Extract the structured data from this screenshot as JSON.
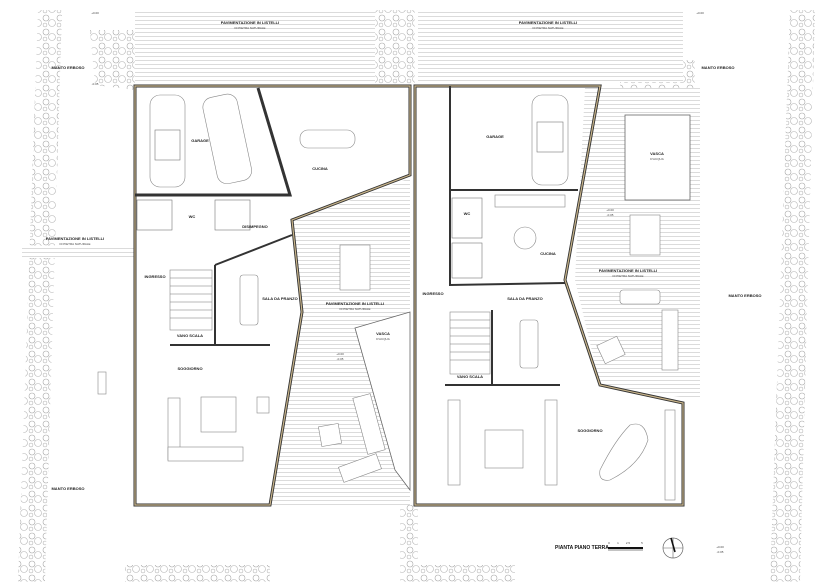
{
  "drawing": {
    "title": "PIANTA PIANO TERRA",
    "scale_ticks": [
      "0",
      "1",
      "2.5",
      "5"
    ],
    "colors": {
      "wall": "#333333",
      "wall_fill": "#c8b48a",
      "vegetation": "#9a9a9a",
      "paving": "#cfcfcf"
    }
  },
  "site": {
    "paving": "PAVIMENTAZIONE IN LISTELLI",
    "paving_sub": "DI PIETRA NATURALE",
    "lawn": "MANTO ERBOSO",
    "pool": "VASCA",
    "pool_sub": "D'ACQUA",
    "level_plus": "+0.00",
    "level_minus": "-0.05"
  },
  "left_unit": {
    "garage": "GARAGE",
    "kitchen": "CUCINA",
    "entrance": "INGRESSO",
    "dining": "SALA DA PRANZO",
    "stairs": "VANO SCALA",
    "living": "SOGGIORNO",
    "wc": "WC",
    "hall": "DISIMPEGNO"
  },
  "right_unit": {
    "garage": "GARAGE",
    "kitchen": "CUCINA",
    "entrance": "INGRESSO",
    "dining": "SALA DA PRANZO",
    "stairs": "VANO SCALA",
    "living": "SOGGIORNO",
    "wc": "WC"
  }
}
